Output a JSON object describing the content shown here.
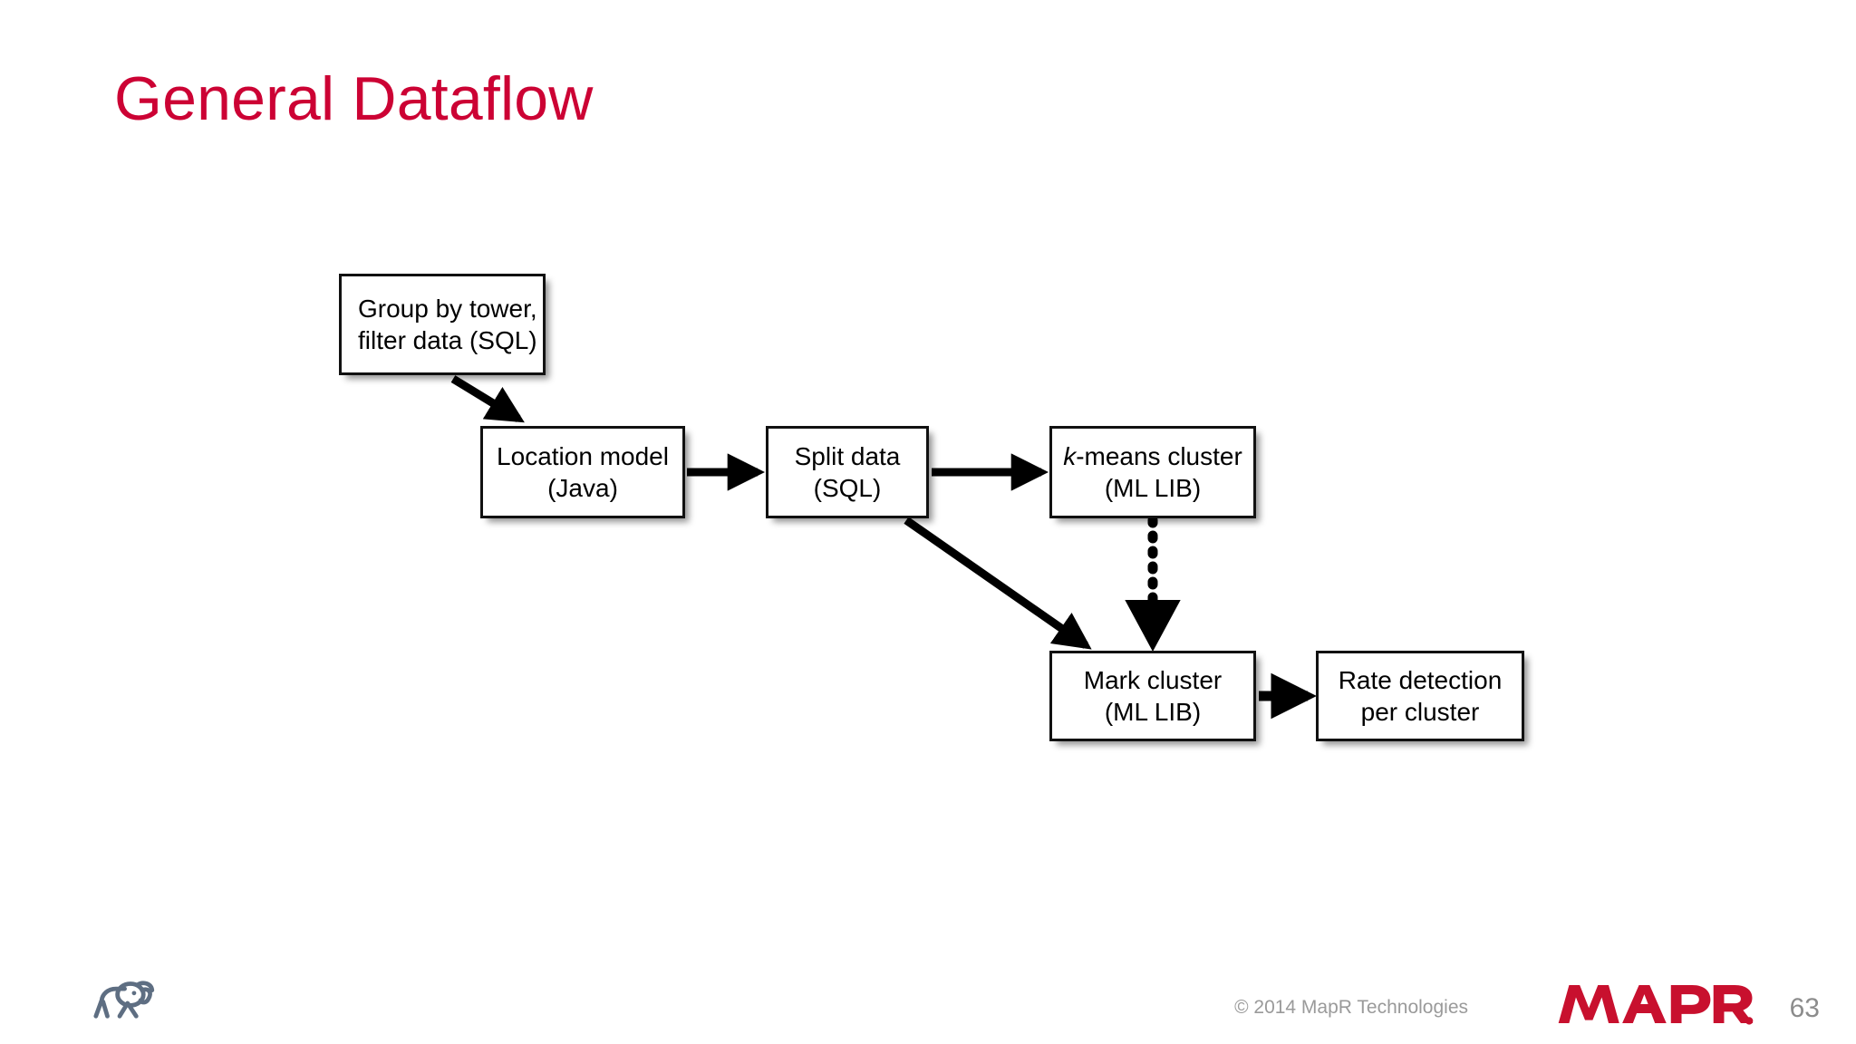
{
  "slide": {
    "title": "General Dataflow",
    "title_color": "#CC0234",
    "background": "#ffffff"
  },
  "diagram": {
    "type": "flowchart",
    "nodes": [
      {
        "id": "group",
        "line1": "Group by tower,",
        "line2": "filter data (SQL)",
        "align": "left"
      },
      {
        "id": "location",
        "line1": "Location model",
        "line2": "(Java)",
        "align": "center"
      },
      {
        "id": "split",
        "line1": "Split data",
        "line2": "(SQL)",
        "align": "center"
      },
      {
        "id": "kmeans",
        "line1_italic": "k",
        "line1_rest": "-means cluster",
        "line2": "(ML LIB)",
        "align": "center"
      },
      {
        "id": "mark",
        "line1": "Mark cluster",
        "line2": "(ML LIB)",
        "align": "center"
      },
      {
        "id": "rate",
        "line1": "Rate detection",
        "line2": "per cluster",
        "align": "center"
      }
    ],
    "edges": [
      {
        "from": "group",
        "to": "location",
        "style": "solid",
        "shape": "diagonal"
      },
      {
        "from": "location",
        "to": "split",
        "style": "solid",
        "shape": "horizontal"
      },
      {
        "from": "split",
        "to": "kmeans",
        "style": "solid",
        "shape": "horizontal"
      },
      {
        "from": "split",
        "to": "mark",
        "style": "solid",
        "shape": "diagonal"
      },
      {
        "from": "kmeans",
        "to": "mark",
        "style": "dotted",
        "shape": "vertical"
      },
      {
        "from": "mark",
        "to": "rate",
        "style": "solid",
        "shape": "horizontal"
      }
    ],
    "edge_color": "#000000",
    "node_border_color": "#111111"
  },
  "footer": {
    "copyright": "© 2014 MapR Technologies",
    "brand": "MAPR",
    "brand_color": "#C8102E",
    "page_number": "63",
    "hadoop_logo_color": "#5E6E82"
  }
}
